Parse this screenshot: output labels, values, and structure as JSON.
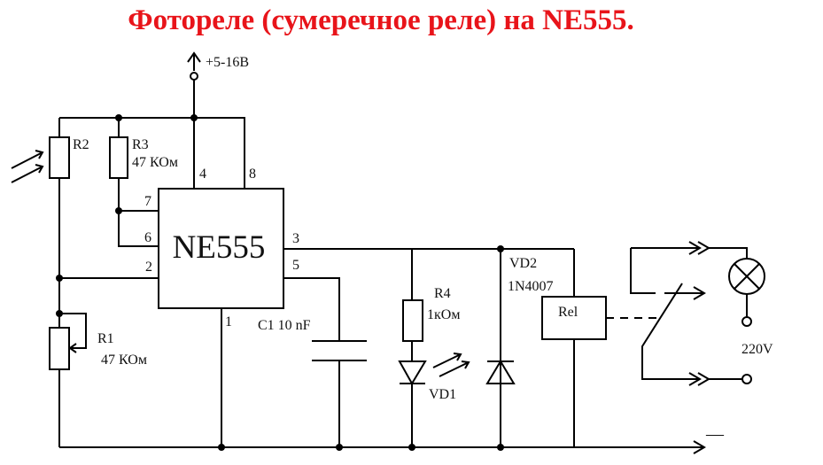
{
  "title": "Фотореле (сумеречное реле) на NE555.",
  "supply_label": "+5-16В",
  "ic": {
    "name": "NE555",
    "pins": {
      "p1": "1",
      "p2": "2",
      "p3": "3",
      "p4": "4",
      "p5": "5",
      "p6": "6",
      "p7": "7",
      "p8": "8"
    }
  },
  "components": {
    "r1": {
      "ref": "R1",
      "value": "47 КОм"
    },
    "r2": {
      "ref": "R2"
    },
    "r3": {
      "ref": "R3",
      "value": "47 КОм"
    },
    "r4": {
      "ref": "R4",
      "value": "1кОм"
    },
    "c1": {
      "label": "C1 10 nF"
    },
    "vd1": {
      "ref": "VD1"
    },
    "vd2": {
      "ref": "VD2",
      "value": "1N4007"
    },
    "relay": {
      "ref": "Rel"
    }
  },
  "mains_label": "220V",
  "minus_label": "—",
  "colors": {
    "title": "#e8141a",
    "wire": "#000000"
  }
}
